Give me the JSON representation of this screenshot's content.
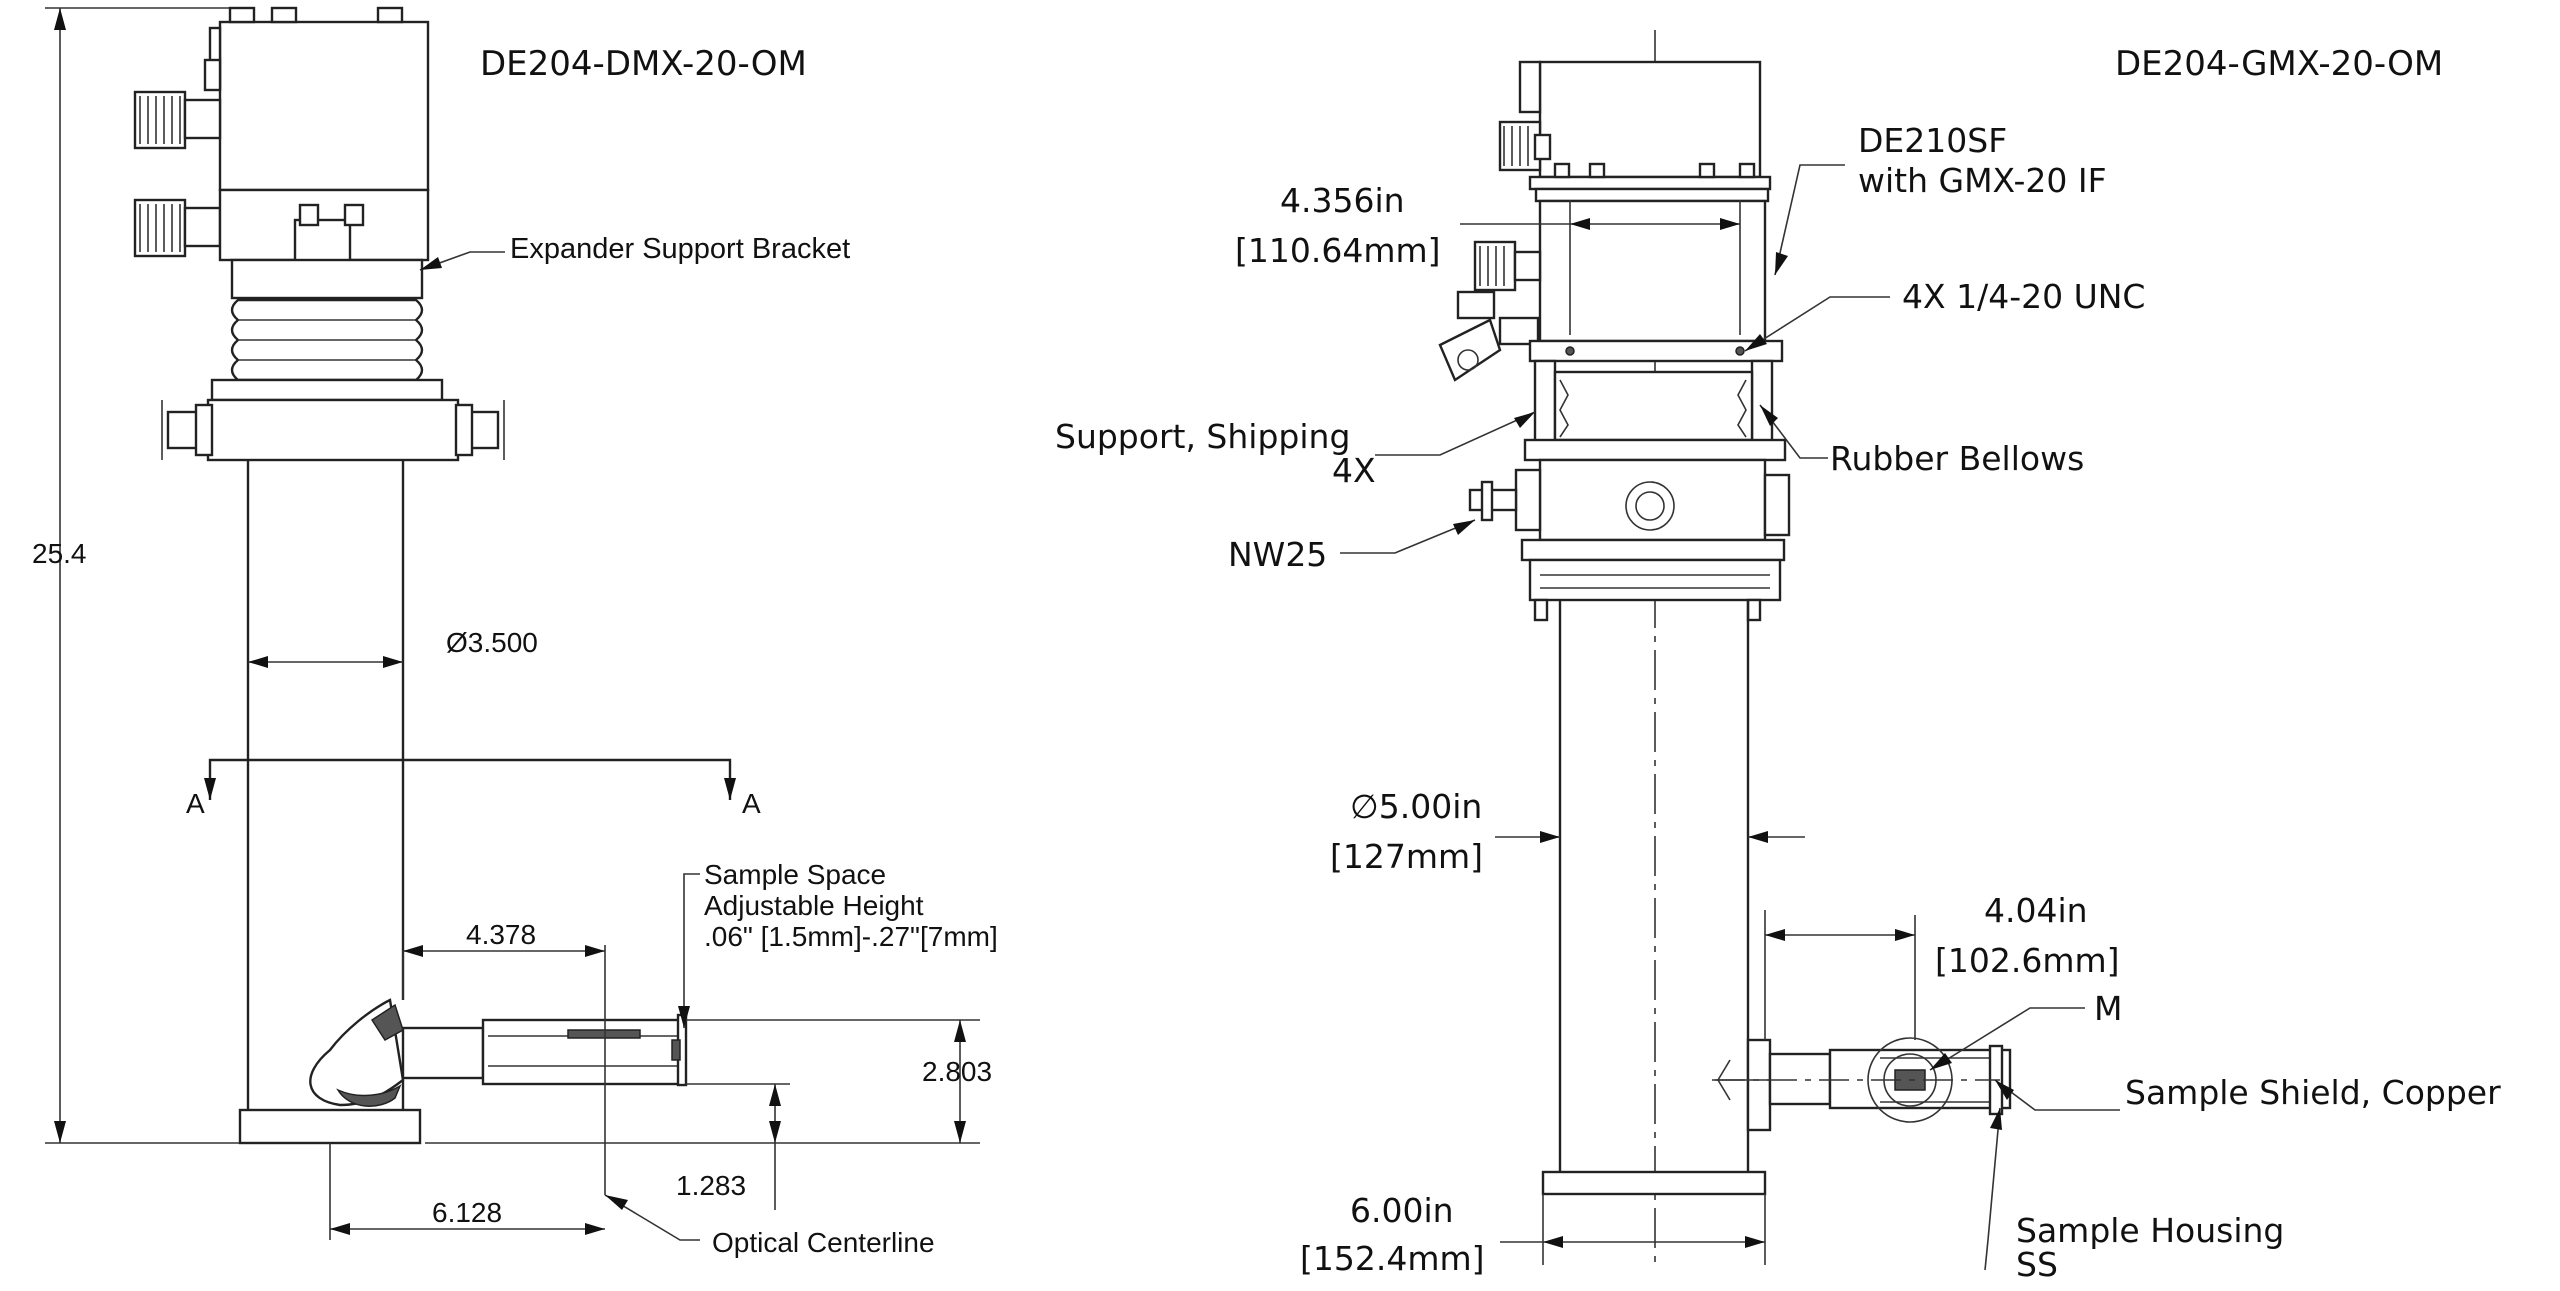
{
  "left_view": {
    "title": "DE204-DMX-20-OM",
    "labels": {
      "expander_bracket": "Expander Support Bracket",
      "sample_space_1": "Sample Space",
      "sample_space_2": "Adjustable Height",
      "sample_space_3": ".06\" [1.5mm]-.27\"[7mm]",
      "optical_centerline": "Optical Centerline",
      "section_left": "A",
      "section_right": "A"
    },
    "dimensions": {
      "overall_height": "25.4",
      "diameter": "Ø3.500",
      "offset_4378": "4.378",
      "height_2803": "2.803",
      "height_1283": "1.283",
      "width_6128": "6.128"
    }
  },
  "right_view": {
    "title": "DE204-GMX-20-OM",
    "labels": {
      "de210sf_1": "DE210SF",
      "de210sf_2": "with GMX-20 IF",
      "thread": "4X 1/4-20 UNC",
      "support_1": "Support, Shipping",
      "support_2": "4X",
      "bellows": "Rubber Bellows",
      "nw25": "NW25",
      "m": "M",
      "shield": "Sample Shield, Copper",
      "housing_1": "Sample Housing",
      "housing_2": "SS"
    },
    "dimensions": {
      "d4356_in": "4.356in",
      "d4356_mm": "[110.64mm]",
      "d500_in": "∅5.00in",
      "d500_mm": "[127mm]",
      "d404_in": "4.04in",
      "d404_mm": "[102.6mm]",
      "d600_in": "6.00in",
      "d600_mm": "[152.4mm]"
    }
  }
}
